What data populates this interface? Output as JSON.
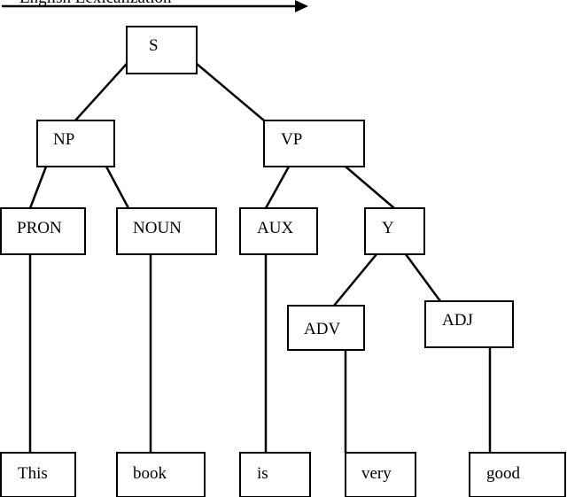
{
  "caption": "English Lexicalization",
  "nodes": {
    "s": "S",
    "np": "NP",
    "vp": "VP",
    "pron": "PRON",
    "noun": "NOUN",
    "aux": "AUX",
    "y": "Y",
    "adv": "ADV",
    "adj": "ADJ",
    "this": "This",
    "book": "book",
    "is": "is",
    "very": "very",
    "good": "good"
  },
  "edges": [
    [
      "s",
      "np"
    ],
    [
      "s",
      "vp"
    ],
    [
      "np",
      "pron"
    ],
    [
      "np",
      "noun"
    ],
    [
      "vp",
      "aux"
    ],
    [
      "vp",
      "y"
    ],
    [
      "y",
      "adv"
    ],
    [
      "y",
      "adj"
    ],
    [
      "pron",
      "this"
    ],
    [
      "noun",
      "book"
    ],
    [
      "aux",
      "is"
    ],
    [
      "adv",
      "very"
    ],
    [
      "adj",
      "good"
    ]
  ]
}
